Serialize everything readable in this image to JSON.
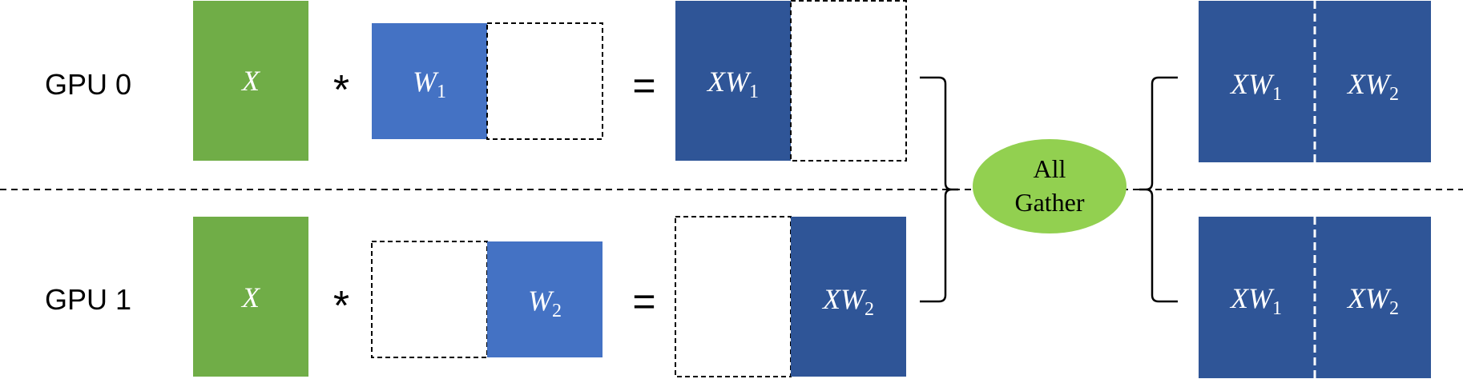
{
  "rows": [
    {
      "label": "GPU 0",
      "x_label": "X",
      "op_multiply": "*",
      "op_equals": "=",
      "weight": {
        "base": "W",
        "sub": "1"
      },
      "partial": {
        "base": "XW",
        "sub": "1"
      }
    },
    {
      "label": "GPU 1",
      "x_label": "X",
      "op_multiply": "*",
      "op_equals": "=",
      "weight": {
        "base": "W",
        "sub": "2"
      },
      "partial": {
        "base": "XW",
        "sub": "2"
      }
    }
  ],
  "all_gather": {
    "line1": "All",
    "line2": "Gather"
  },
  "result": {
    "left": {
      "base": "XW",
      "sub": "1"
    },
    "right": {
      "base": "XW",
      "sub": "2"
    }
  },
  "colors": {
    "x_block": "#70ad47",
    "weight_block": "#4472c4",
    "output_block": "#2f5597",
    "gather_ellipse": "#92d050",
    "text_on_dark": "#ffffff",
    "label_text": "#000000"
  }
}
